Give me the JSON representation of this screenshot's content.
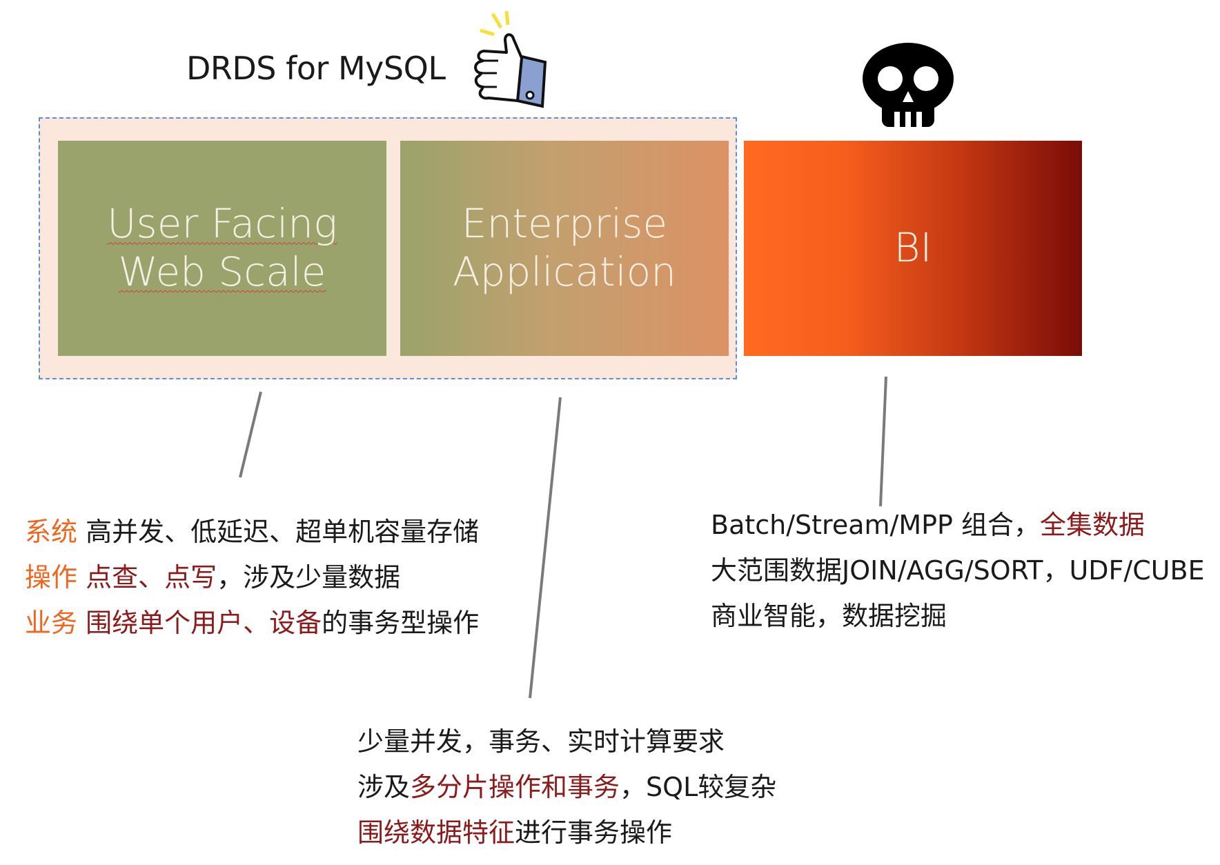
{
  "title": "DRDS for MySQL",
  "colors": {
    "frame_bg": "#fbe7dc",
    "frame_border": "#5a8fd0",
    "olive": "#9aa36b",
    "orange": "#f0661f",
    "dark_red": "#8b1a1a",
    "connector": "#7a7a7a"
  },
  "boxes": {
    "user_facing": {
      "line1": "User Facing",
      "line2": "Web Scale"
    },
    "enterprise": {
      "line1": "Enterprise",
      "line2": "Application"
    },
    "bi": {
      "label": "BI"
    }
  },
  "icons": {
    "thumb": "thumbs-up-icon",
    "skull": "skull-icon"
  },
  "left_text": {
    "row1": {
      "key": "系统",
      "text": " 高并发、低延迟、超单机容量存储"
    },
    "row2": {
      "key": "操作",
      "highlight": " 点查、点写",
      "text": "，涉及少量数据"
    },
    "row3": {
      "key": "业务",
      "highlight1": " 围绕单个用户、",
      "highlight2": "设备",
      "text": "的事务型操作"
    }
  },
  "mid_text": {
    "row1": "少量并发，事务、实时计算要求",
    "row2": {
      "pre": " 涉及",
      "highlight": "多分片操作和事务",
      "post": "，SQL较复杂"
    },
    "row3": {
      "highlight": " 围绕数据特征",
      "post": "进行事务操作"
    }
  },
  "right_text": {
    "row1": {
      "pre": "Batch/Stream/MPP 组合，",
      "highlight": "全集数据"
    },
    "row2": " 大范围数据JOIN/AGG/SORT，UDF/CUBE",
    "row3": "商业智能，数据挖掘"
  }
}
